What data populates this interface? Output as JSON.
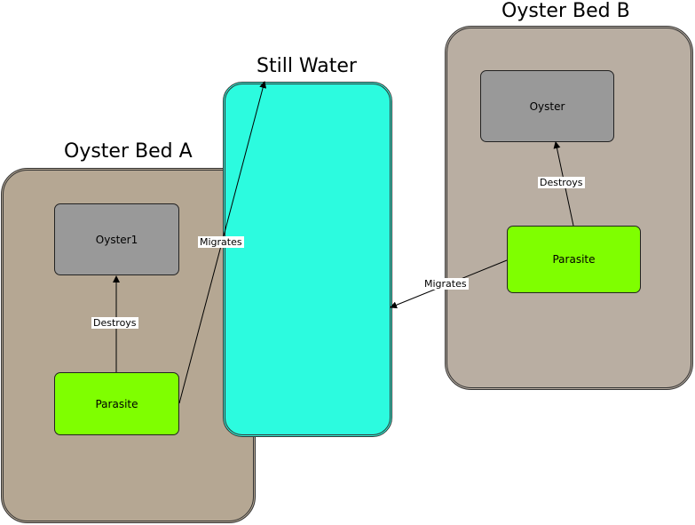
{
  "regions": {
    "bed_a": {
      "title": "Oyster Bed A",
      "fill": "#b5a793"
    },
    "still_water": {
      "title": "Still Water",
      "fill": "#2cfbdf"
    },
    "bed_b": {
      "title": "Oyster Bed B",
      "fill": "#b9aea2"
    }
  },
  "nodes": {
    "oyster1": {
      "label": "Oyster1",
      "fill": "#999999"
    },
    "parasite_a": {
      "label": "Parasite",
      "fill": "#7fff00"
    },
    "oyster_b": {
      "label": "Oyster",
      "fill": "#999999"
    },
    "parasite_b": {
      "label": "Parasite",
      "fill": "#7fff00"
    }
  },
  "edges": {
    "destroys_a": {
      "label": "Destroys"
    },
    "migrates_a": {
      "label": "Migrates"
    },
    "destroys_b": {
      "label": "Destroys"
    },
    "migrates_b": {
      "label": "Migrates"
    }
  }
}
